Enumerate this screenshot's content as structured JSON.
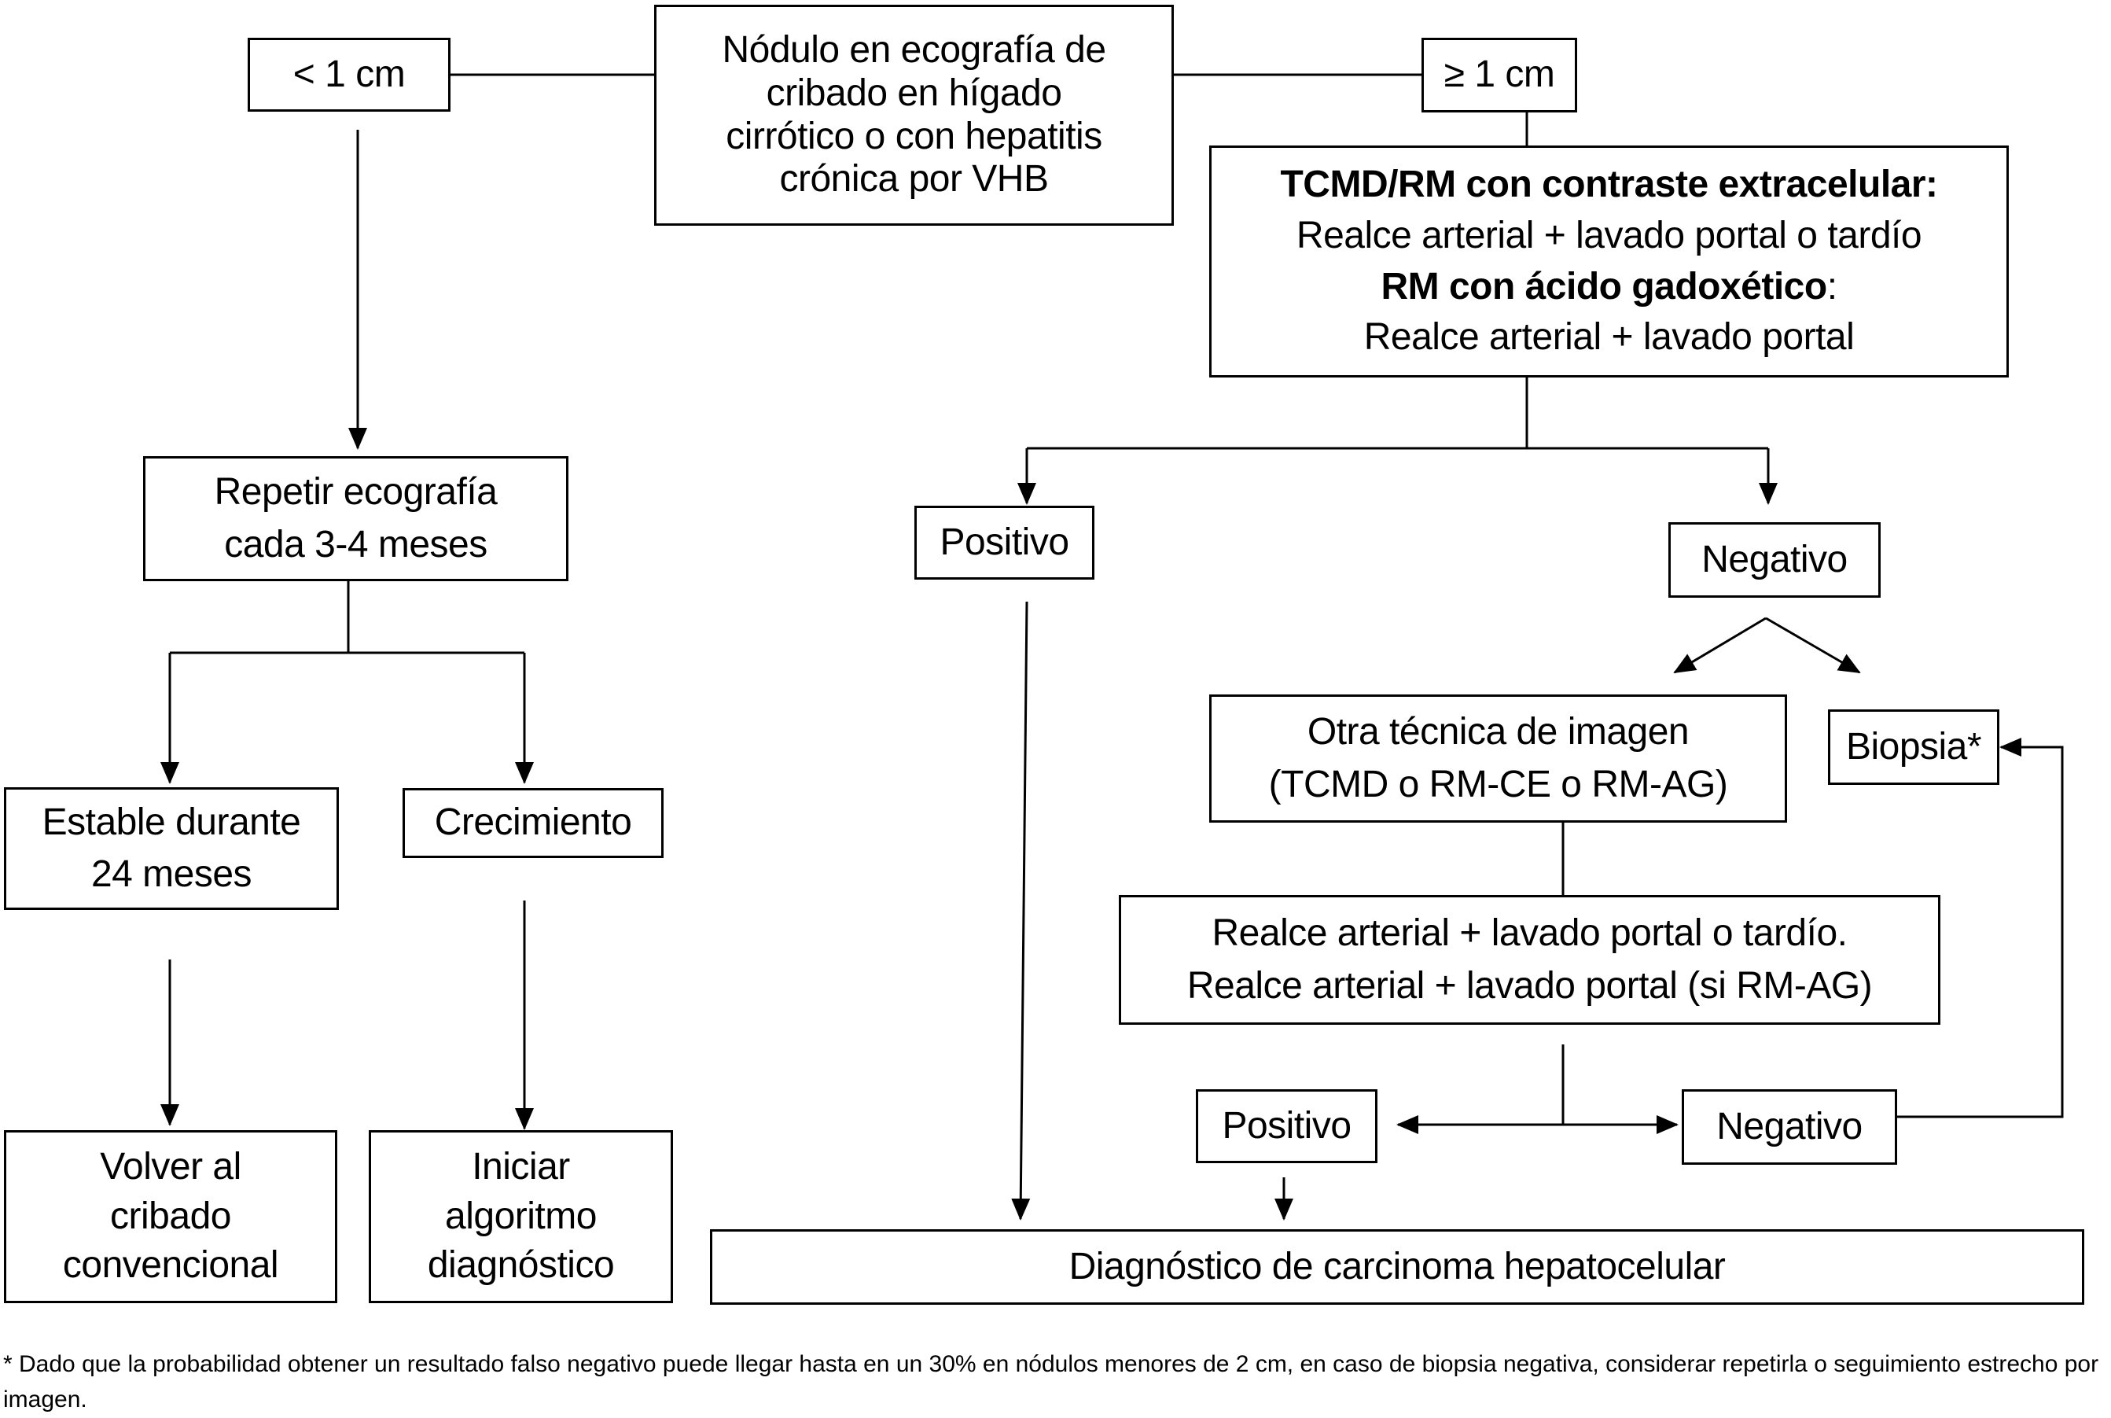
{
  "nodes": {
    "start": {
      "lines": [
        "Nódulo  en ecografía de",
        "cribado en hígado",
        "cirrótico o con hepatitis",
        "crónica por VHB"
      ]
    },
    "lt1": {
      "label": "< 1 cm"
    },
    "ge1": {
      "label": "≥ 1 cm"
    },
    "tcmd": {
      "line1_bold": "TCMD/RM con contraste extracelular:",
      "line2": "Realce arterial + lavado portal o tardío",
      "line3_bold": "RM con ácido gadoxético",
      "line3_rest": ":",
      "line4": "Realce arterial + lavado portal"
    },
    "repetir": {
      "lines": [
        "Repetir ecografía",
        "cada 3-4 meses"
      ]
    },
    "positivo1": {
      "label": "Positivo"
    },
    "negativo1": {
      "label": "Negativo"
    },
    "estable": {
      "lines": [
        "Estable durante",
        "24 meses"
      ]
    },
    "crecimiento": {
      "label": "Crecimiento"
    },
    "otra": {
      "lines": [
        "Otra técnica de imagen",
        "(TCMD o RM-CE o RM-AG)"
      ]
    },
    "biopsia": {
      "label": "Biopsia*"
    },
    "realce": {
      "lines": [
        "Realce arterial + lavado portal o tardío.",
        "Realce arterial + lavado portal (si RM-AG)"
      ]
    },
    "positivo2": {
      "label": "Positivo"
    },
    "negativo2": {
      "label": "Negativo"
    },
    "volver": {
      "lines": [
        "Volver al",
        "cribado",
        "convencional"
      ]
    },
    "iniciar": {
      "lines": [
        "Iniciar",
        "algoritmo",
        "diagnóstico"
      ]
    },
    "diagnostico": {
      "label": "Diagnóstico de carcinoma hepatocelular"
    }
  },
  "footnote": "* Dado que la probabilidad obtener un resultado falso negativo puede llegar hasta en un 30% en nódulos menores de 2 cm, en caso de biopsia negativa, considerar repetirla o seguimiento estrecho por imagen."
}
